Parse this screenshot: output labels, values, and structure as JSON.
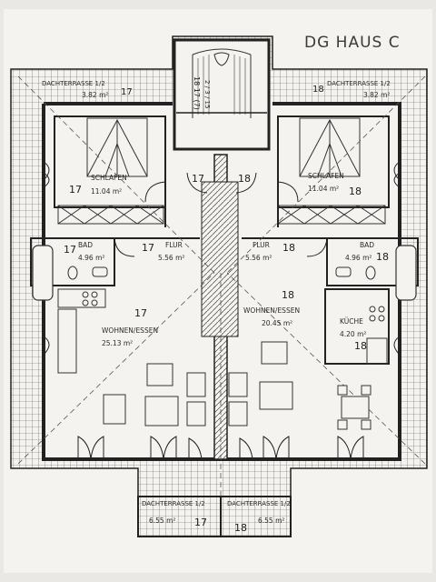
{
  "title": "DG HAUS C",
  "terraces": {
    "top_left": {
      "name": "DACHTERRASSE 1/2",
      "area": "3.82 m²",
      "unit": "17"
    },
    "top_right": {
      "name": "DACHTERRASSE 1/2",
      "area": "3.82 m²",
      "unit": "18"
    },
    "bottom_left": {
      "name": "DACHTERRASSE 1/2",
      "area": "6.55 m²",
      "unit": "17"
    },
    "bottom_right": {
      "name": "DACHTERRASSE 1/2",
      "area": "6.55 m²",
      "unit": "18"
    }
  },
  "stair": {
    "marks": "18 17 (7)",
    "label": "2 / 3 / 15"
  },
  "rooms": {
    "schlafen_left": {
      "name": "SCHLAFEN",
      "area": "11.04 m²",
      "unit": "17"
    },
    "schlafen_right": {
      "name": "SCHLAFEN",
      "area": "11.04 m²",
      "unit": "18"
    },
    "bad_left": {
      "name": "BAD",
      "area": "4.96 m²",
      "unit": "17"
    },
    "bad_right": {
      "name": "BAD",
      "area": "4.96 m²",
      "unit": "18"
    },
    "flur_left": {
      "name": "FLUR",
      "area": "5.56 m²",
      "unit": "17"
    },
    "flur_right": {
      "name": "FLUR",
      "area": "5.56 m²",
      "unit": "18"
    },
    "wohnen_left": {
      "name": "WOHNEN/ESSEN",
      "area": "25.13 m²",
      "unit": "17"
    },
    "wohnen_right": {
      "name": "WOHNEN/ESSEN",
      "area": "20.45 m²",
      "unit": "18"
    },
    "kueche_right": {
      "name": "KÜCHE",
      "area": "4.20 m²",
      "unit": "18"
    }
  },
  "marks": {
    "left_side": "17",
    "right_side": "18",
    "entry_left": "17",
    "entry_right": "18",
    "flur_near_left": "17",
    "flur_near_right": "18"
  },
  "colors": {
    "line": "#2b2b2b",
    "paper": "#f4f3ef",
    "grid": "#4a4a4a"
  }
}
